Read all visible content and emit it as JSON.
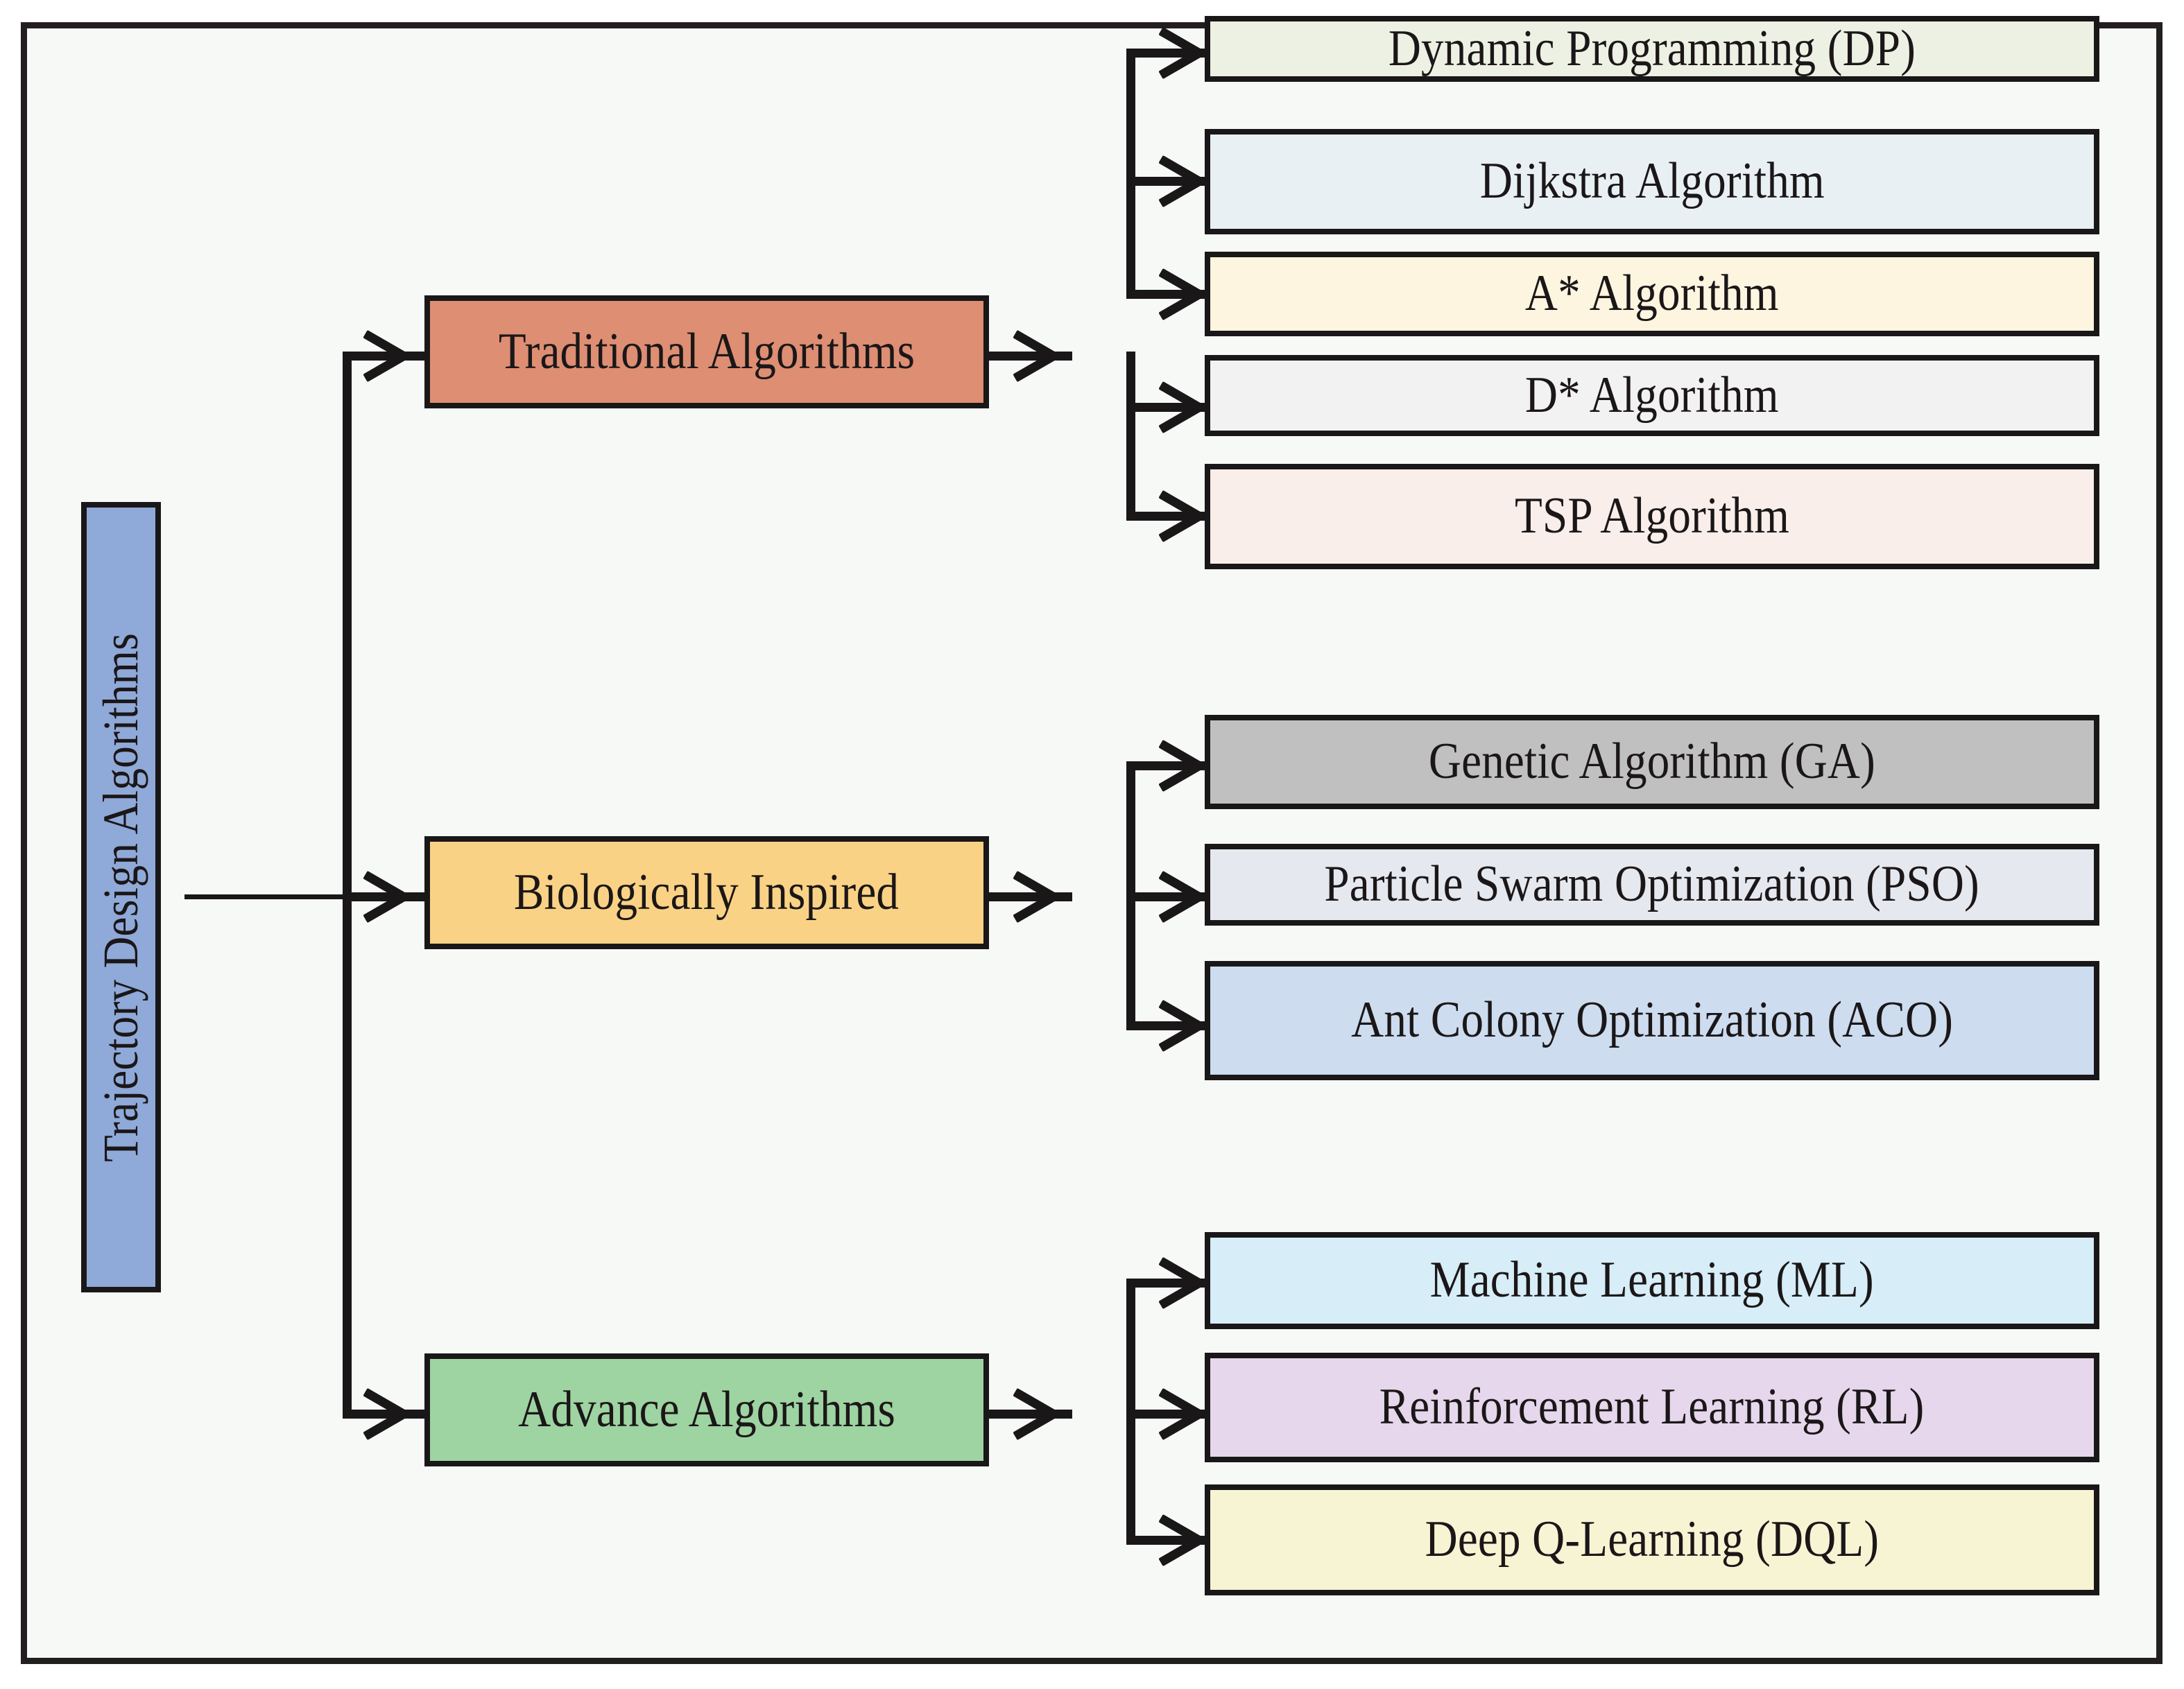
{
  "diagram": {
    "title": "Trajectory Design Algorithms",
    "background_color": "#F7F9F7",
    "frame_color": "#231F20",
    "line_color": "#1A1718",
    "root": {
      "label": "Trajectory Design Algorithms",
      "fill": "#8FA9D8",
      "orientation": "vertical"
    },
    "categories": [
      {
        "label": "Traditional Algorithms",
        "fill": "#DD8E73",
        "children": [
          {
            "label": "Dynamic Programming (DP)",
            "fill": "#EDF1E4"
          },
          {
            "label": "Dijkstra Algorithm",
            "fill": "#E8F0F4"
          },
          {
            "label": "A* Algorithm",
            "fill": "#FDF5E0"
          },
          {
            "label": "D* Algorithm",
            "fill": "#F3F2F2"
          },
          {
            "label": "TSP Algorithm",
            "fill": "#F9EEE9"
          }
        ]
      },
      {
        "label": "Biologically Inspired",
        "fill": "#FAD285",
        "children": [
          {
            "label": "Genetic Algorithm (GA)",
            "fill": "#C0C0C0"
          },
          {
            "label": "Particle Swarm Optimization (PSO)",
            "fill": "#E6E8EF"
          },
          {
            "label": "Ant Colony Optimization (ACO)",
            "fill": "#CDDCEF"
          }
        ]
      },
      {
        "label": "Advance Algorithms",
        "fill": "#9ED3A2",
        "children": [
          {
            "label": "Machine Learning (ML)",
            "fill": "#D7EDF7"
          },
          {
            "label": "Reinforcement Learning (RL)",
            "fill": "#E6D7EC"
          },
          {
            "label": "Deep Q-Learning (DQL)",
            "fill": "#F7F4D4"
          }
        ]
      }
    ]
  }
}
